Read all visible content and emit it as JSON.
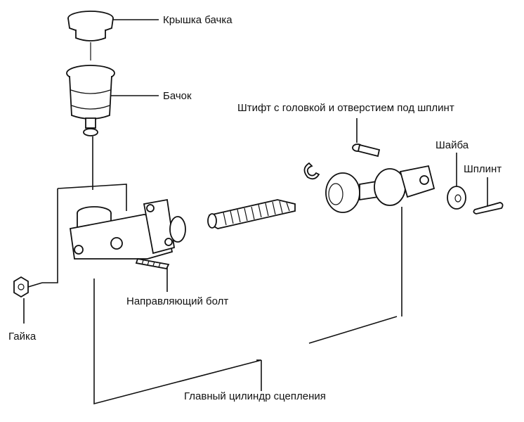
{
  "labels": {
    "reservoir_cap": "Крышка бачка",
    "reservoir": "Бачок",
    "pin": "Штифт с головкой и отверстием под шплинт",
    "washer": "Шайба",
    "cotter_pin": "Шплинт",
    "guide_bolt": "Направляющий болт",
    "nut": "Гайка",
    "master_cylinder": "Главный цилиндр сцепления"
  }
}
